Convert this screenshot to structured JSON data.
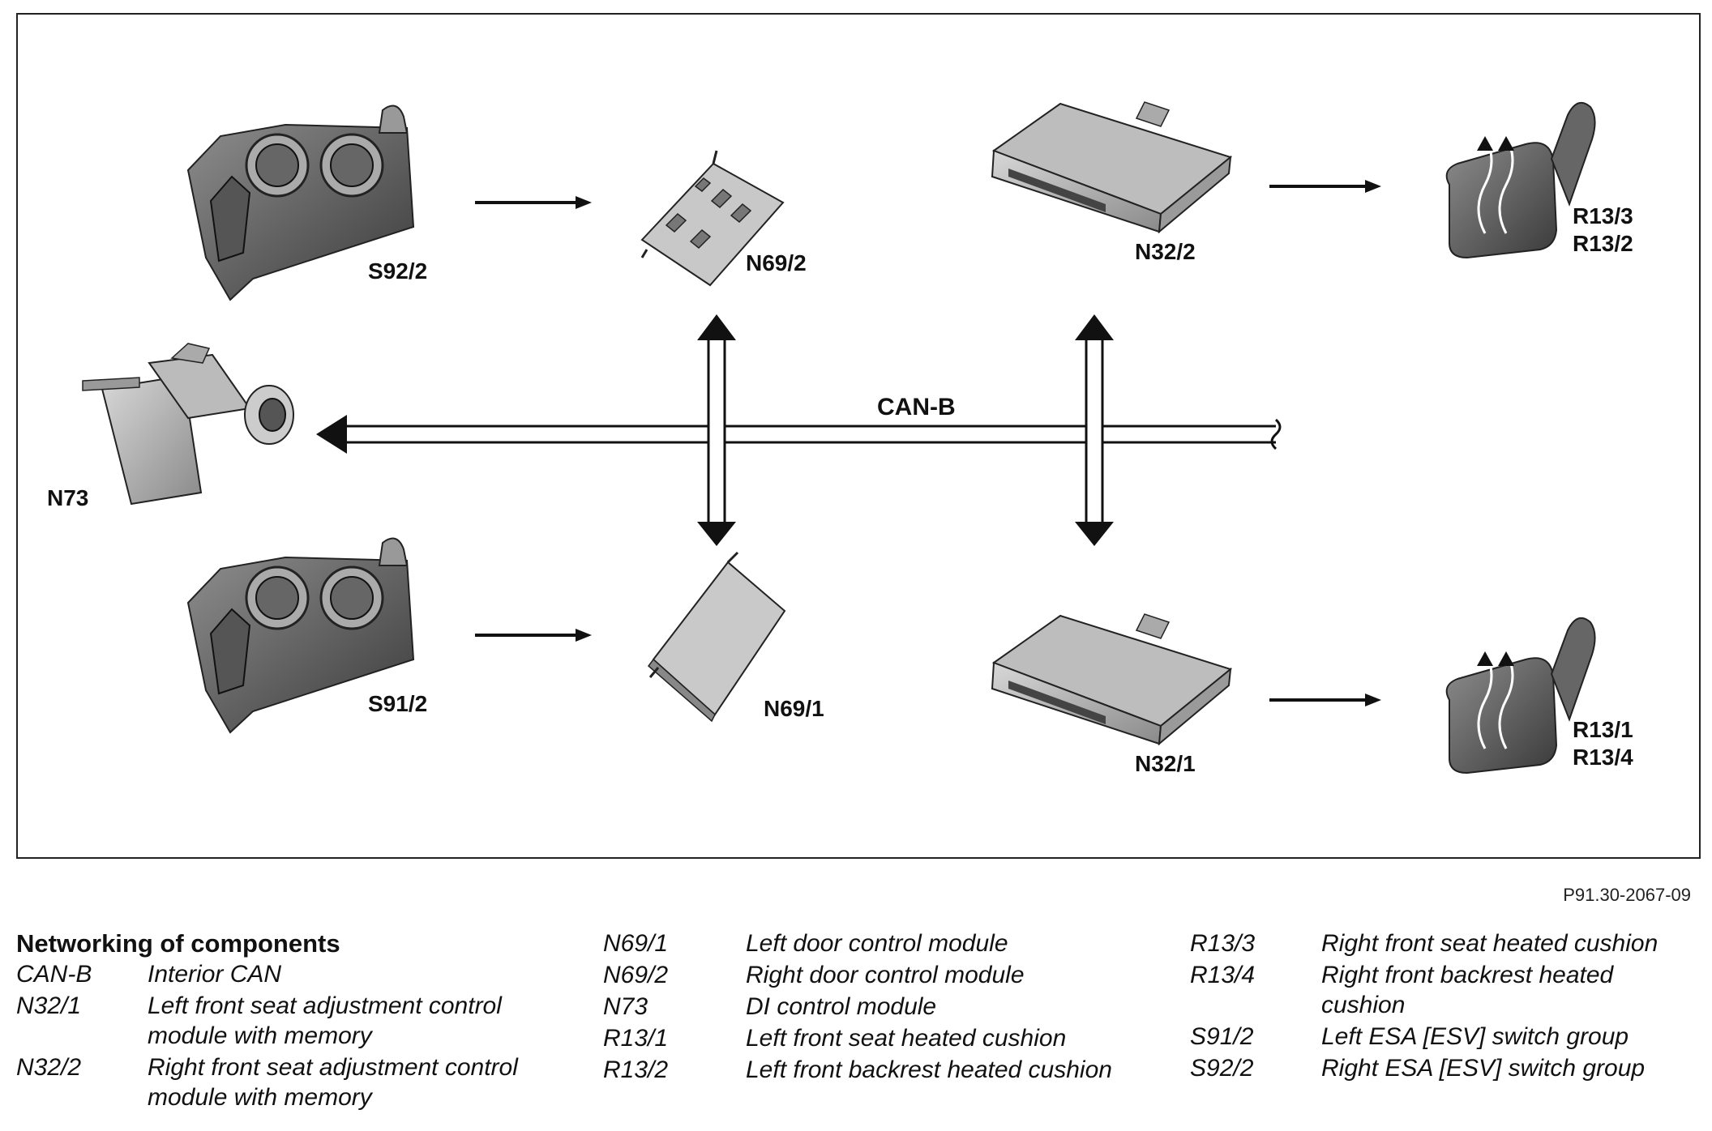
{
  "diagram": {
    "bus_label": "CAN-B",
    "components": [
      {
        "id": "S92/2",
        "label": "S92/2"
      },
      {
        "id": "N69/2",
        "label": "N69/2"
      },
      {
        "id": "N32/2",
        "label": "N32/2"
      },
      {
        "id": "R13/3",
        "label": "R13/3"
      },
      {
        "id": "R13/2",
        "label": "R13/2"
      },
      {
        "id": "N73",
        "label": "N73"
      },
      {
        "id": "S91/2",
        "label": "S91/2"
      },
      {
        "id": "N69/1",
        "label": "N69/1"
      },
      {
        "id": "N32/1",
        "label": "N32/1"
      },
      {
        "id": "R13/1",
        "label": "R13/1"
      },
      {
        "id": "R13/4",
        "label": "R13/4"
      }
    ],
    "connections": [
      {
        "from": "S92/2",
        "to": "N69/2",
        "type": "direct"
      },
      {
        "from": "N32/2",
        "to": "R13/3 R13/2",
        "type": "direct"
      },
      {
        "from": "S91/2",
        "to": "N69/1",
        "type": "direct"
      },
      {
        "from": "N32/1",
        "to": "R13/1 R13/4",
        "type": "direct"
      },
      {
        "from": "CAN-B",
        "to": "N73",
        "type": "bus"
      },
      {
        "from": "N69/2",
        "to": "N69/1",
        "type": "bus-bidirectional"
      },
      {
        "from": "N32/2",
        "to": "N32/1",
        "type": "bus-bidirectional"
      }
    ]
  },
  "figure_ref": "P91.30-2067-09",
  "legend": {
    "title": "Networking of components",
    "columns": [
      [
        {
          "code": "CAN-B",
          "desc": "Interior CAN"
        },
        {
          "code": "N32/1",
          "desc": "Left front seat adjustment control module with memory"
        },
        {
          "code": "N32/2",
          "desc": "Right front seat adjustment control module with memory"
        }
      ],
      [
        {
          "code": "N69/1",
          "desc": "Left door control module"
        },
        {
          "code": "N69/2",
          "desc": "Right door control module"
        },
        {
          "code": "N73",
          "desc": "DI control module"
        },
        {
          "code": "R13/1",
          "desc": "Left front seat heated cushion"
        },
        {
          "code": "R13/2",
          "desc": "Left front backrest heated cushion"
        }
      ],
      [
        {
          "code": "R13/3",
          "desc": "Right front seat heated cushion"
        },
        {
          "code": "R13/4",
          "desc": "Right front backrest heated cushion"
        },
        {
          "code": "S91/2",
          "desc": "Left ESA [ESV] switch group"
        },
        {
          "code": "S92/2",
          "desc": "Right ESA [ESV] switch group"
        }
      ]
    ]
  }
}
